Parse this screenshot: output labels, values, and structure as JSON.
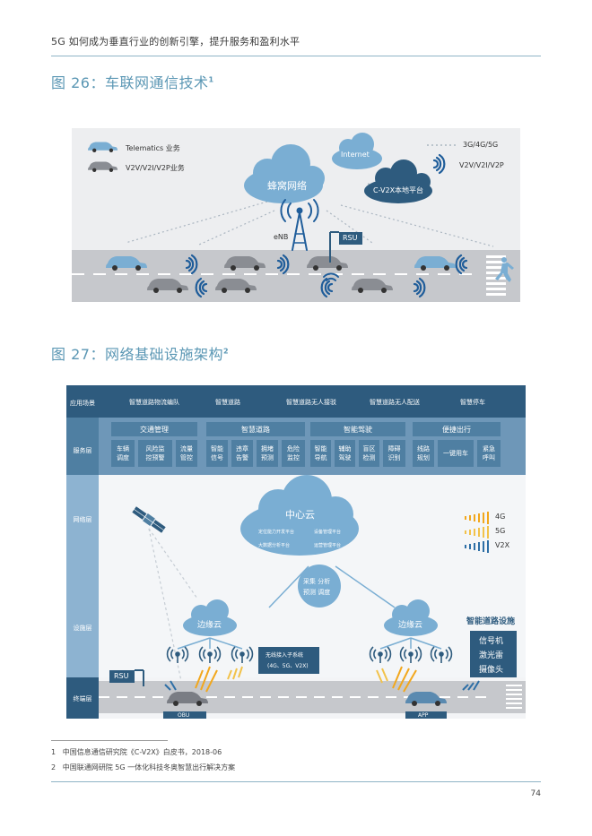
{
  "header": {
    "title": "5G 如何成为垂直行业的创新引擎，提升服务和盈利水平"
  },
  "figure26": {
    "title": "图 26：车联网通信技术",
    "footnote_ref": "1",
    "legend": {
      "telematics": "Telematics 业务",
      "v2v": "V2V/V2I/V2P业务",
      "network": "3G/4G/5G",
      "direct": "V2V/V2I/V2P"
    },
    "labels": {
      "cellular": "蜂窝网络",
      "internet": "Internet",
      "cv2x": "C-V2X本地平台",
      "enb": "eNB",
      "rsu": "RSU"
    },
    "colors": {
      "accent": "#5b97b4",
      "cloud": "#7aaed3",
      "cloud_dark": "#2e5b7e",
      "wave": "#1f5d9a",
      "road": "#c6c8cc"
    }
  },
  "figure27": {
    "title": "图 27：网络基础设施架构",
    "footnote_ref": "2",
    "layers": {
      "app": "应用场景",
      "service": "服务层",
      "network": "网络层",
      "facility": "设施层",
      "terminal": "终端层"
    },
    "apps": [
      "智慧道路物流编队",
      "智慧道路",
      "智慧道路无人接驳",
      "智慧道路无人配送",
      "智慧停车"
    ],
    "services": [
      {
        "name": "交通管理",
        "items": [
          "车辆\n调度",
          "风险监\n控预警",
          "流量\n管控"
        ]
      },
      {
        "name": "智慧道路",
        "items": [
          "智能\n信号",
          "违章\n告警",
          "拥堵\n预测",
          "危险\n监控"
        ]
      },
      {
        "name": "智能驾驶",
        "items": [
          "智能\n导航",
          "辅助\n驾驶",
          "盲区\n检测",
          "障碍\n识别"
        ]
      },
      {
        "name": "便捷出行",
        "items": [
          "线路\n规划",
          "一键用车",
          "紧急\n呼叫"
        ]
      }
    ],
    "center_cloud": {
      "name": "中心云",
      "p1": "定位能力开发平台",
      "p2": "设备管理平台",
      "p3": "大数据分析平台",
      "p4": "运营管理平台"
    },
    "hub": {
      "line1": "采集 分析",
      "line2": "预测 调度"
    },
    "edge_left": "边缘云",
    "edge_right": "边缘云",
    "wireless": {
      "line1": "无线接入子系统",
      "line2": "(4G、5G、V2X)"
    },
    "legend": [
      "4G",
      "5G",
      "V2X"
    ],
    "road_facilities": {
      "title": "智能道路设施",
      "items": [
        "信号机",
        "激光雷",
        "摄像头"
      ]
    },
    "rsu": "RSU",
    "obu": "OBU",
    "app": "APP",
    "colors": {
      "legend_4g": "#f2a71c",
      "legend_5g": "#f2c24a",
      "legend_v2x": "#2e6fa6"
    }
  },
  "footnotes": [
    {
      "num": "1",
      "text": "中国信息通信研究院《C-V2X》白皮书，2018-06"
    },
    {
      "num": "2",
      "text": "中国联通网研院 5G 一体化科技冬奥智慧出行解决方案"
    }
  ],
  "page_number": "74"
}
